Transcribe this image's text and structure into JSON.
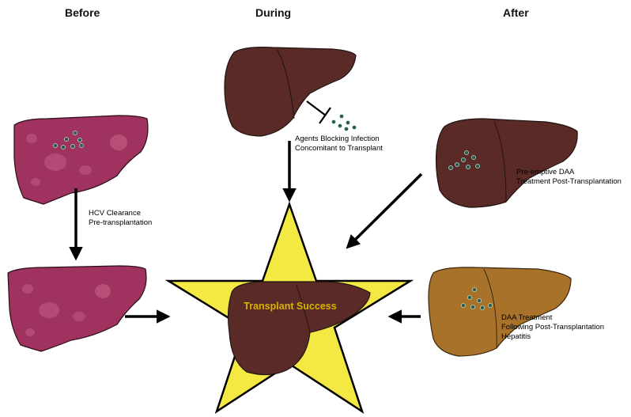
{
  "headers": {
    "before": "Before",
    "during": "During",
    "after": "After"
  },
  "labels": {
    "hcv_clearance": [
      "HCV Clearance",
      "Pre-transplantation"
    ],
    "agents_blocking": [
      "Agents Blocking Infection",
      "Concomitant to Transplant"
    ],
    "preemptive": [
      "Pre-emptive DAA",
      "Treatment Post-Transplantation"
    ],
    "daa_treatment": [
      "DAA Treatment",
      "Following Post-Transplantation",
      "Hepatitis"
    ]
  },
  "center": {
    "label": "Transplant Success"
  },
  "colors": {
    "diseased_liver": "#a0325f",
    "healthy_liver": "#5a2a26",
    "hepatitis_liver": "#a8722a",
    "star": "#f4e842",
    "center_text": "#d8b400",
    "virus_dot": "#2f5a4e"
  }
}
